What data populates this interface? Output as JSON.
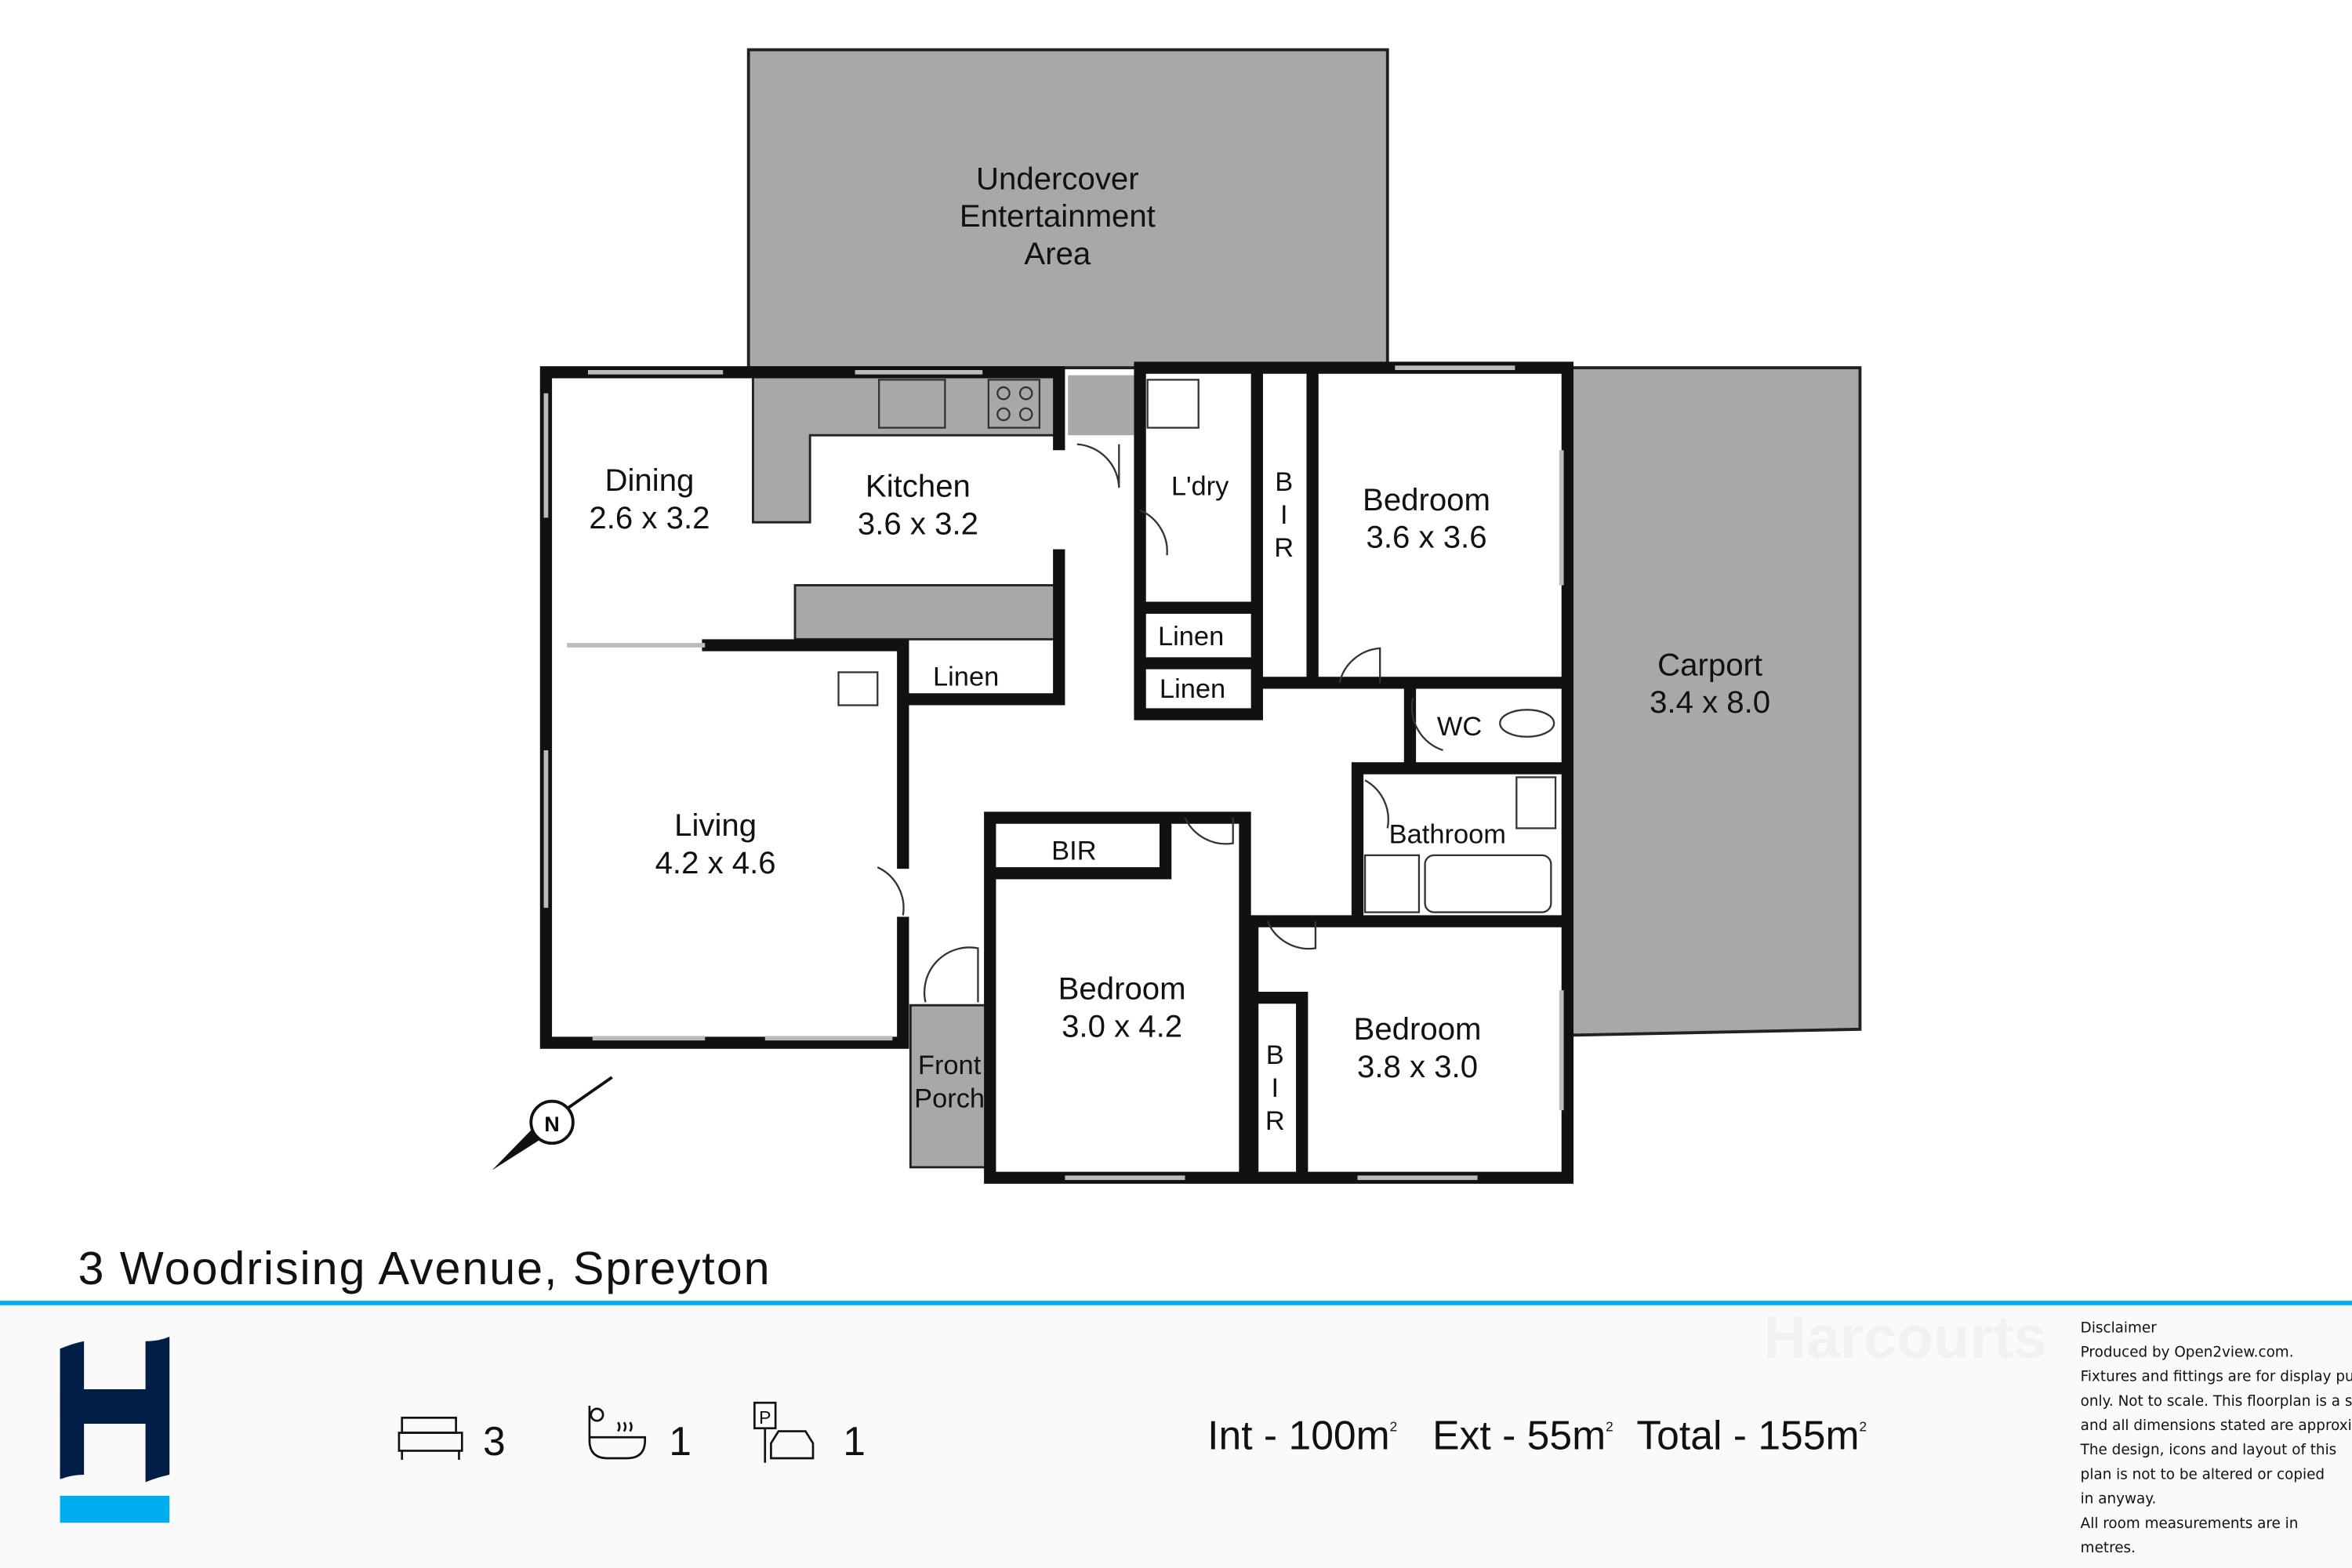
{
  "address": "3 Woodrising Avenue, Spreyton",
  "rooms": {
    "undercover": [
      "Undercover",
      "Entertainment",
      "Area"
    ],
    "dining": {
      "name": "Dining",
      "dims": "2.6 x 3.2"
    },
    "kitchen": {
      "name": "Kitchen",
      "dims": "3.6 x 3.2"
    },
    "laundry": {
      "name": "L'dry"
    },
    "bir_vertical_1": [
      "B",
      "I",
      "R"
    ],
    "bedroom1": {
      "name": "Bedroom",
      "dims": "3.6 x 3.6"
    },
    "carport": {
      "name": "Carport",
      "dims": "3.4 x 8.0"
    },
    "linen1": "Linen",
    "linen2": "Linen",
    "linen3": "Linen",
    "wc": "WC",
    "living": {
      "name": "Living",
      "dims": "4.2 x 4.6"
    },
    "bathroom": "Bathroom",
    "bir_box": "BIR",
    "bedroom2": {
      "name": "Bedroom",
      "dims": "3.0 x 4.2"
    },
    "bir_vertical_2": [
      "B",
      "I",
      "R"
    ],
    "bedroom3": {
      "name": "Bedroom",
      "dims": "3.8 x 3.0"
    },
    "front_porch": [
      "Front",
      "Porch"
    ]
  },
  "compass": {
    "label": "N"
  },
  "footer": {
    "brand_watermark": "Harcourts",
    "brand_colors": {
      "navy": "#011f46",
      "blue": "#00aeef"
    },
    "bedrooms": "3",
    "bathrooms": "1",
    "parking": "1",
    "areas": {
      "int": "Int - 100m",
      "ext": "Ext - 55m",
      "total": "Total - 155m",
      "sup": "2"
    },
    "disclaimer": [
      "Disclaimer",
      "Produced by Open2view.com.",
      "Fixtures and fittings are for display purposes",
      "only. Not to scale. This floorplan is a sketch,",
      "and all dimensions stated are approximate.",
      "The design, icons and layout of this",
      "plan is not to be altered or copied",
      "in anyway.",
      "All room measurements are in",
      "metres."
    ]
  }
}
